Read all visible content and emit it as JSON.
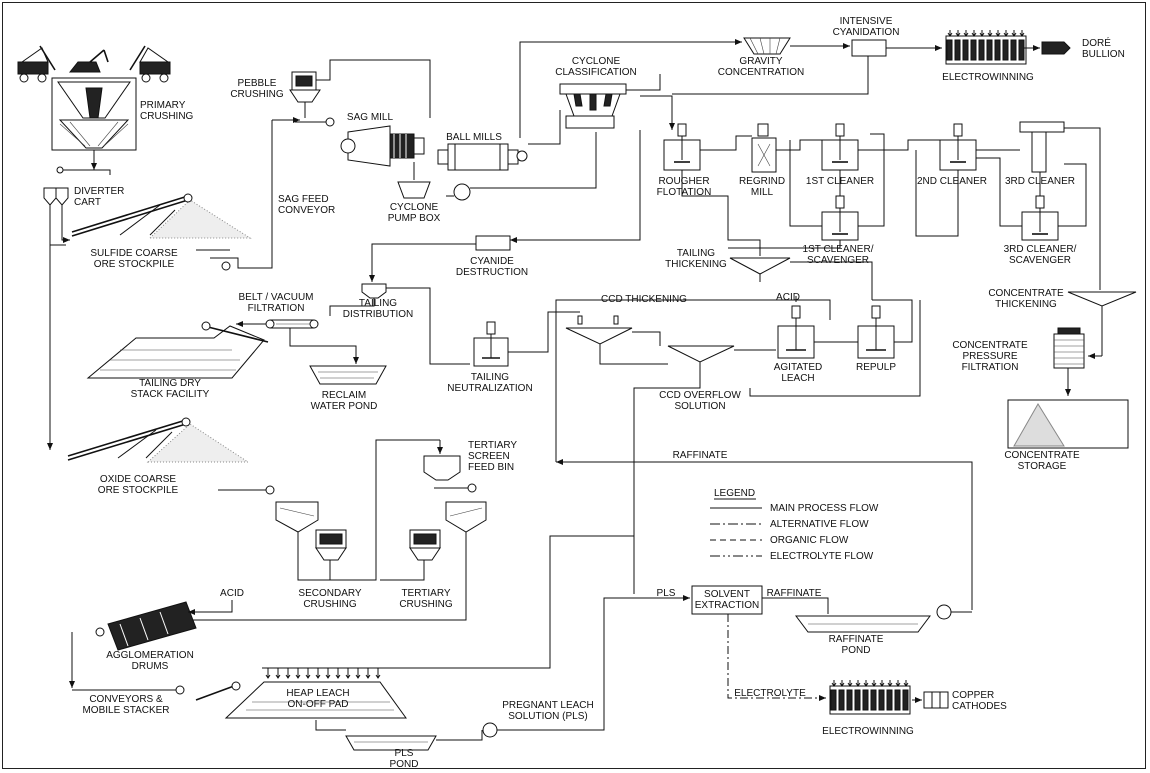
{
  "labels": {
    "primary_crushing": [
      "PRIMARY",
      "CRUSHING"
    ],
    "pebble_crushing": [
      "PEBBLE",
      "CRUSHING"
    ],
    "sag_mill": [
      "SAG MILL"
    ],
    "ball_mills": [
      "BALL MILLS"
    ],
    "cyclone_classification": [
      "CYCLONE",
      "CLASSIFICATION"
    ],
    "gravity_concentration": [
      "GRAVITY",
      "CONCENTRATION"
    ],
    "intensive_cyanidation": [
      "INTENSIVE",
      "CYANIDATION"
    ],
    "electrowinning_top": [
      "ELECTROWINNING"
    ],
    "dore_bullion": [
      "DORÉ",
      "BULLION"
    ],
    "diverter_cart": [
      "DIVERTER",
      "CART"
    ],
    "sag_feed_conveyor": [
      "SAG FEED",
      "CONVEYOR"
    ],
    "cyclone_pump_box": [
      "CYCLONE",
      "PUMP BOX"
    ],
    "rougher_flotation": [
      "ROUGHER",
      "FLOTATION"
    ],
    "regrind_mill": [
      "REGRIND",
      "MILL"
    ],
    "first_cleaner": [
      "1ST CLEANER"
    ],
    "second_cleaner": [
      "2ND CLEANER"
    ],
    "third_cleaner": [
      "3RD CLEANER"
    ],
    "sulfide_stockpile": [
      "SULFIDE COARSE",
      "ORE STOCKPILE"
    ],
    "first_cleaner_scavenger": [
      "1ST CLEANER/",
      "SCAVENGER"
    ],
    "third_cleaner_scavenger": [
      "3RD CLEANER/",
      "SCAVENGER"
    ],
    "tailing_thickening": [
      "TAILING",
      "THICKENING"
    ],
    "cyanide_destruction": [
      "CYANIDE",
      "DESTRUCTION"
    ],
    "belt_vacuum_filtration": [
      "BELT / VACUUM",
      "FILTRATION"
    ],
    "tailing_distribution": [
      "TAILING",
      "DISTRIBUTION"
    ],
    "ccd_thickening": [
      "CCD THICKENING"
    ],
    "acid_leach": [
      "ACID"
    ],
    "concentrate_thickening": [
      "CONCENTRATE",
      "THICKENING"
    ],
    "concentrate_pressure_filtration": [
      "CONCENTRATE",
      "PRESSURE",
      "FILTRATION"
    ],
    "tailing_dry_stack": [
      "TAILING DRY",
      "STACK FACILITY"
    ],
    "reclaim_water_pond": [
      "RECLAIM",
      "WATER POND"
    ],
    "tailing_neutralization": [
      "TAILING",
      "NEUTRALIZATION"
    ],
    "agitated_leach": [
      "AGITATED",
      "LEACH"
    ],
    "repulp": [
      "REPULP"
    ],
    "ccd_overflow_solution": [
      "CCD OVERFLOW",
      "SOLUTION"
    ],
    "tertiary_screen_feed_bin": [
      "TERTIARY",
      "SCREEN",
      "FEED BIN"
    ],
    "concentrate_storage": [
      "CONCENTRATE",
      "STORAGE"
    ],
    "raffinate_top": [
      "RAFFINATE"
    ],
    "oxide_stockpile": [
      "OXIDE COARSE",
      "ORE STOCKPILE"
    ],
    "secondary_crushing": [
      "SECONDARY",
      "CRUSHING"
    ],
    "tertiary_crushing": [
      "TERTIARY",
      "CRUSHING"
    ],
    "acid_agglomeration": [
      "ACID"
    ],
    "agglomeration_drums": [
      "AGGLOMERATION",
      "DRUMS"
    ],
    "pls": [
      "PLS"
    ],
    "solvent_extraction": [
      "SOLVENT",
      "EXTRACTION"
    ],
    "raffinate_sx": [
      "RAFFINATE"
    ],
    "raffinate_pond": [
      "RAFFINATE",
      "POND"
    ],
    "conveyors_stacker": [
      "CONVEYORS &",
      "MOBILE STACKER"
    ],
    "heap_leach_pad": [
      "HEAP LEACH",
      "ON-OFF PAD"
    ],
    "electrolyte": [
      "ELECTROLYTE"
    ],
    "copper_cathodes": [
      "COPPER",
      "CATHODES"
    ],
    "electrowinning_bottom": [
      "ELECTROWINNING"
    ],
    "pregnant_leach_solution": [
      "PREGNANT LEACH",
      "SOLUTION (PLS)"
    ],
    "pls_pond": [
      "PLS",
      "POND"
    ]
  },
  "legend": {
    "title": "LEGEND",
    "items": [
      {
        "label": "MAIN PROCESS FLOW",
        "style": "solid"
      },
      {
        "label": "ALTERNATIVE FLOW",
        "style": "dashdot"
      },
      {
        "label": "ORGANIC FLOW",
        "style": "dashed"
      },
      {
        "label": "ELECTROLYTE FLOW",
        "style": "dashdotdot"
      }
    ]
  },
  "colors": {
    "ink": "#111111",
    "background": "#ffffff"
  }
}
